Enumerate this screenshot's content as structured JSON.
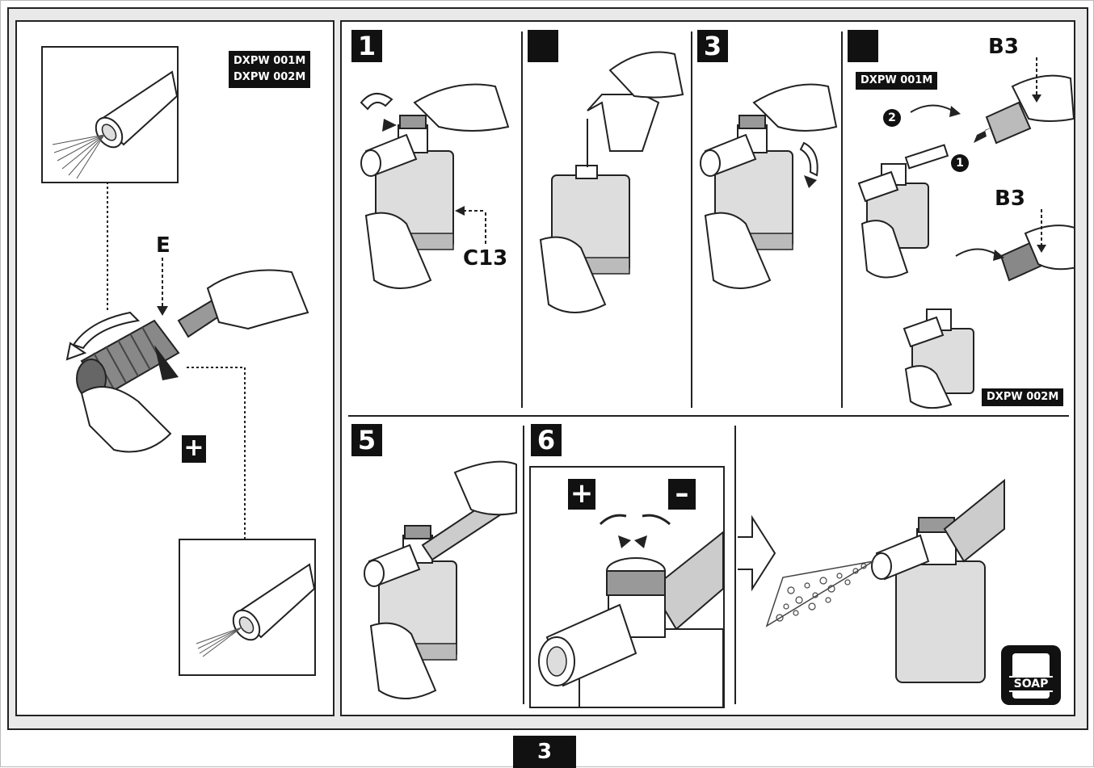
{
  "left_panel": {
    "model_label_1": "DXPW 001M",
    "model_label_2": "DXPW 002M",
    "callout_e": "E",
    "plus_symbol": "+"
  },
  "steps": [
    {
      "number": "1",
      "callout": "C13"
    },
    {
      "number": ""
    },
    {
      "number": "3"
    },
    {
      "number": "",
      "model_label_top": "DXPW 001M",
      "model_label_bottom": "DXPW 002M",
      "callout_top": "B3",
      "callout_bottom": "B3",
      "sequence_1": "1",
      "sequence_2": "2"
    },
    {
      "number": "5"
    },
    {
      "number": "6",
      "plus_symbol": "+",
      "minus_symbol": "–"
    }
  ],
  "soap_icon": {
    "label": "SOAP"
  },
  "page_number": "3"
}
